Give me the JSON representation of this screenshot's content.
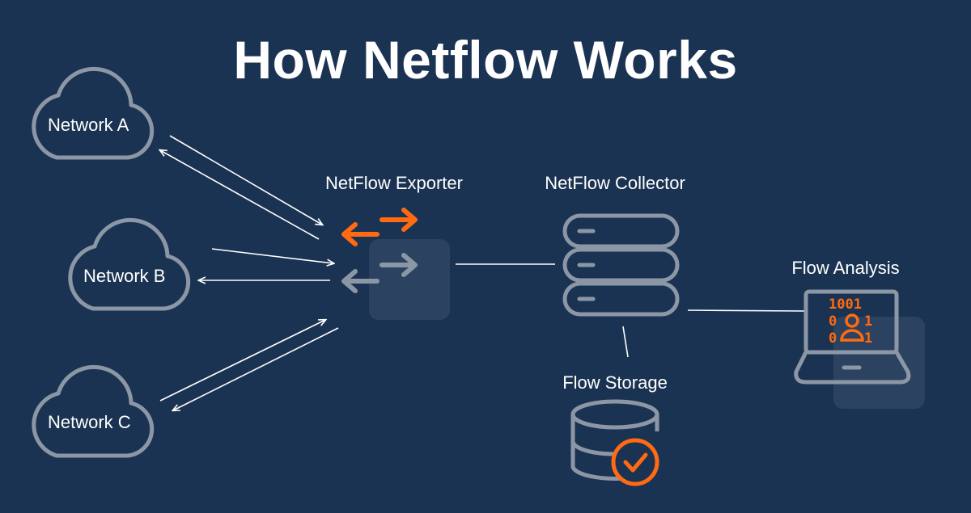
{
  "title": "How Netflow Works",
  "networks": [
    {
      "label": "Network A"
    },
    {
      "label": "Network B"
    },
    {
      "label": "Network C"
    }
  ],
  "exporter": {
    "label": "NetFlow Exporter"
  },
  "collector": {
    "label": "NetFlow Collector"
  },
  "storage": {
    "label": "Flow Storage"
  },
  "analysis": {
    "label": "Flow Analysis",
    "screen_text": [
      "1001",
      "0",
      "0",
      "1"
    ]
  },
  "colors": {
    "background": "#1b3352",
    "outline": "#8c97a6",
    "accent": "#ff6a13",
    "text": "#ffffff",
    "panel": "#2b4360"
  },
  "icons": {
    "networks": "cloud-icon",
    "exporter": "switch-icon",
    "collector": "server-stack-icon",
    "storage": "database-check-icon",
    "analysis": "laptop-user-icon"
  }
}
